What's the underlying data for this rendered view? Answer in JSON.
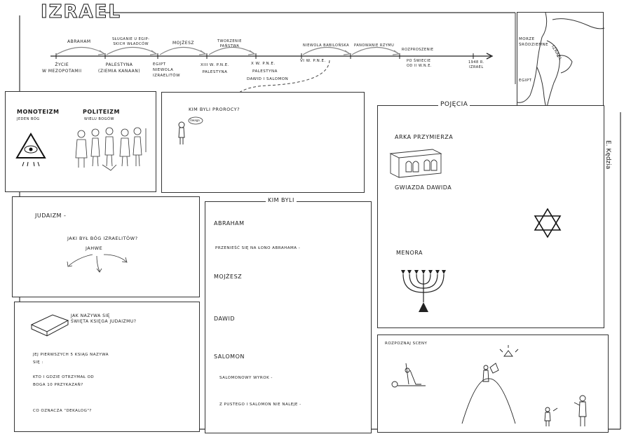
{
  "title": "Izrael",
  "author": "E. Kędzia",
  "timeline": {
    "above": [
      {
        "label": "Abraham"
      },
      {
        "label": "Sługanie u Egipskich władców",
        "line1": "Sługanie u Egip-",
        "line2": "skich władców"
      },
      {
        "label": "Mojżesz"
      },
      {
        "label": "Tworzenie państwa",
        "line1": "Tworzenie",
        "line2": "państwa"
      },
      {
        "label": "Niewola babilońska"
      },
      {
        "label": "Panowanie Rzymu"
      },
      {
        "label": "Rozproszenie po świecie od II w.n.e.",
        "line1": "Rozproszenie",
        "line2": "po świecie",
        "line3": "od II w.n.e."
      }
    ],
    "below": [
      {
        "line1": "Życie",
        "line2": "w Mezopotamii"
      },
      {
        "line1": "Palestyna",
        "line2": "(ziemia Kanaan)"
      },
      {
        "line1": "Egipt",
        "line2": "niewola",
        "line3": "Izraelitów"
      },
      {
        "line1": "XIII w. p.n.e.",
        "line2": "Palestyna"
      },
      {
        "line1": "X w. p.n.e.",
        "line2": "Palestyna",
        "line3": "Dawid i Salomon"
      },
      {
        "line1": "VI w. p.n.e."
      },
      {
        "line1": "1948 r.",
        "line2": "Izrael"
      }
    ]
  },
  "map": {
    "sea": "Morze Śródziemne",
    "sea_line1": "Morze",
    "sea_line2": "Śródziemne",
    "country": "Izrael",
    "egypt": "Egipt"
  },
  "religions": {
    "mono": "Monoteizm",
    "mono_desc": "jeden bóg",
    "poly": "Politeizm",
    "poly_desc": "wielu bogów"
  },
  "prophets": {
    "question": "Kim byli prorocy?",
    "speech": "Uwaga"
  },
  "judaism": {
    "title": "Judaizm -",
    "question": "Jaki był Bóg Izraelitów?",
    "answer": "Jahwe"
  },
  "holy_book": {
    "q_line1": "Jak nazywa się",
    "q_line2": "święta księga judaizmu?",
    "q2_line1": "Jej pierwszych 5 ksiąg nazywa",
    "q2_line2": "się :",
    "q3_line1": "Kto i gdzie otrzymał od",
    "q3_line2": "Boga 10 przykazań?",
    "q4": "Co oznacza \"Dekalog\"?"
  },
  "who_were": {
    "header": "Kim byli",
    "abraham": "Abraham",
    "abraham_phrase": "przenieść się na łono Abrahama -",
    "mojzesz": "Mojżesz",
    "dawid": "Dawid",
    "salomon": "Salomon",
    "salomon_phrase1": "salomonowy wyrok -",
    "salomon_phrase2": "z pustego i Salomon nie naleje -"
  },
  "concepts": {
    "header": "Pojęcia",
    "ark": "Arka Przymierza",
    "star": "Gwiazda Dawida",
    "menorah": "Menora"
  },
  "scenes": {
    "header": "Rozpoznaj sceny"
  }
}
